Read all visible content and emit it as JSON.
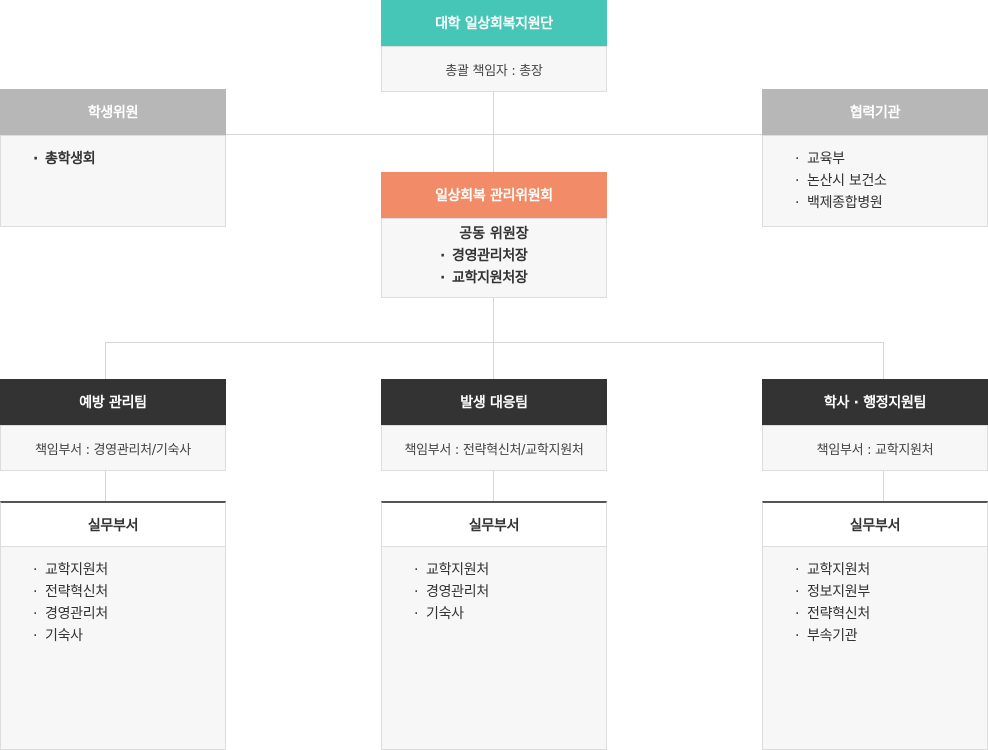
{
  "top": {
    "title": "대학 일상회복지원단",
    "subtitle": "총괄 책임자 : 총장"
  },
  "student": {
    "title": "학생위원",
    "items": [
      "총학생회"
    ]
  },
  "partner": {
    "title": "협력기관",
    "items": [
      "교육부",
      "논산시 보건소",
      "백제종합병원"
    ]
  },
  "committee": {
    "title": "일상회복 관리위원회",
    "chair_label": "공동 위원장",
    "items": [
      "경영관리처장",
      "교학지원처장"
    ]
  },
  "teams": [
    {
      "title": "예방 관리팀",
      "dept": "책임부서 : 경영관리처/기숙사",
      "work_title": "실무부서",
      "work_items": [
        "교학지원처",
        "전략혁신처",
        "경영관리처",
        "기숙사"
      ]
    },
    {
      "title": "발생 대응팀",
      "dept": "책임부서 : 전략혁신처/교학지원처",
      "work_title": "실무부서",
      "work_items": [
        "교학지원처",
        "경영관리처",
        "기숙사"
      ]
    },
    {
      "title": "학사 · 행정지원팀",
      "dept": "책임부서 : 교학지원처",
      "work_title": "실무부서",
      "work_items": [
        "교학지원처",
        "정보지원부",
        "전략혁신처",
        "부속기관"
      ]
    }
  ],
  "colors": {
    "top_header": "#46c6b6",
    "side_header": "#b7b7b7",
    "committee_header": "#f28c68",
    "team_header": "#333333"
  }
}
